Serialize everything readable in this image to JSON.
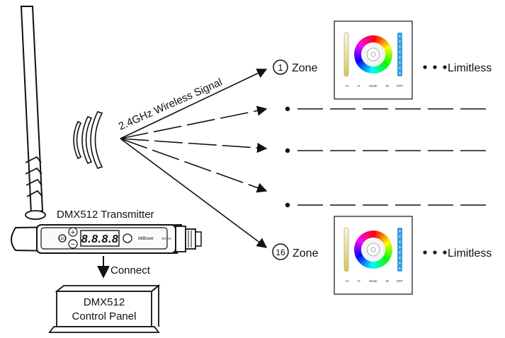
{
  "transmitter": {
    "title": "DMX512 Transmitter",
    "display": "8.8.8.8",
    "brand": "MiBoxer",
    "side_text": "RX TX",
    "plus": "+",
    "minus": "−",
    "led": "LED"
  },
  "signal_label": "2.4GHz Wireless Signal",
  "connect_label": "Connect",
  "control_panel": {
    "line1": "DMX512",
    "line2": "Control Panel"
  },
  "zones": [
    {
      "number": "1",
      "label": "Zone",
      "suffix": "Limitless"
    },
    {
      "number": "16",
      "label": "Zone",
      "suffix": "Limitless"
    }
  ],
  "panel_buttons": [
    "S+",
    "S-",
    "Mode",
    "W",
    "OFF"
  ],
  "colors": {
    "ink": "#111111",
    "panel_border": "#333333",
    "slider_blue": "#3aa0e0"
  }
}
